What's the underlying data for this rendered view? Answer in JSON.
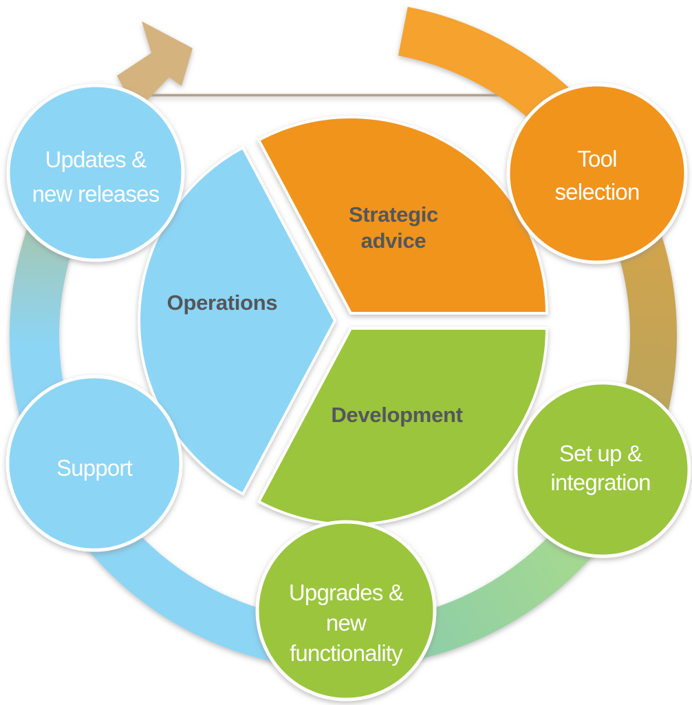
{
  "diagram": {
    "type": "cycle-diagram",
    "segments": {
      "strategic_advice": {
        "lines": [
          "Strategic",
          "advice"
        ]
      },
      "development": {
        "label": "Development"
      },
      "operations": {
        "label": "Operations"
      }
    },
    "circles": {
      "tool_selection": {
        "lines": [
          "Tool",
          "selection"
        ]
      },
      "setup_integration": {
        "lines": [
          "Set up &",
          "integration"
        ]
      },
      "upgrades": {
        "lines": [
          "Upgrades &",
          "new",
          "functionality"
        ]
      },
      "support": {
        "lines": [
          "Support"
        ]
      },
      "updates": {
        "lines": [
          "Updates &",
          "new releases"
        ]
      }
    },
    "colors": {
      "orange": "#F0941F",
      "orange_arc": "#F5A22F",
      "green": "#9AC53D",
      "blue": "#8CD5F5",
      "tan_gold": "#D2A44B",
      "olive": "#B7A55F",
      "light_green": "#A6D98F",
      "teal_green": "#8FCFA7",
      "sage": "#A8C5AA",
      "arrow_tan": "#D5B37E",
      "line_tan": "#B3A08C",
      "text_dark": "#54565A",
      "text_light": "#FFFFFF",
      "stroke_white": "#FFFFFF"
    }
  }
}
